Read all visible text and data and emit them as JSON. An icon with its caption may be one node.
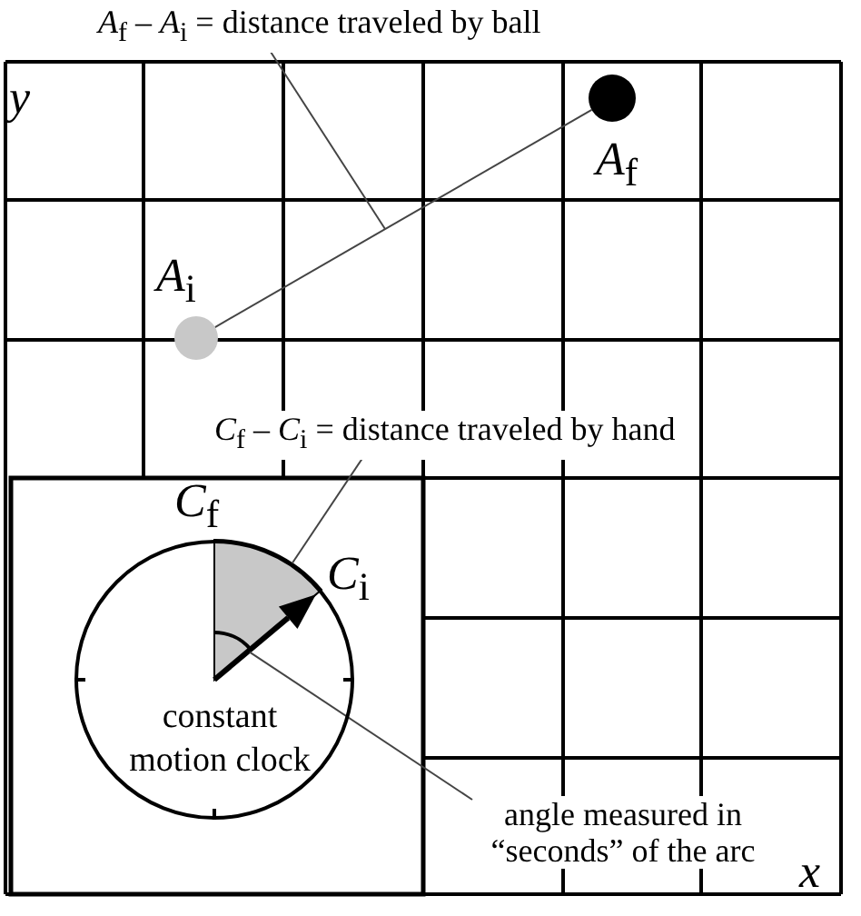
{
  "diagram": {
    "nodes": [
      {
        "text": [
          "*A*$_{f}$ – *A*$_{i}$ = distance traveled by ball"
        ]
      },
      {
        "text": [],
        "shape": "circle",
        "beside": [
          "*A*$_{i}$"
        ]
      },
      {
        "text": [],
        "shape": "circle",
        "beside": [
          "*A*$_{f}$"
        ]
      },
      {
        "text": [
          "constant motion clock"
        ]
      },
      {
        "text": [
          "*C*$_{f}$ – *C*$_{i}$ = distance traveled by hand"
        ]
      },
      {
        "text": [
          "angle measured in “seconds” of the arc"
        ]
      },
      {
        "text": [],
        "shape": "arc",
        "in": 3
      }
    ],
    "edges": [
      {
        "from": 0,
        "to": null,
        "arrow": "none"
      },
      {
        "from": 1,
        "to": 2,
        "arrow": "none"
      },
      {
        "from": 4,
        "to": 3,
        "arrow": "none"
      },
      {
        "from": 5,
        "to": 6,
        "arrow": "none"
      }
    ],
    "labels": [
      "y",
      "*C*$_{f}$",
      "*C*$_{i}$",
      "x"
    ]
  }
}
